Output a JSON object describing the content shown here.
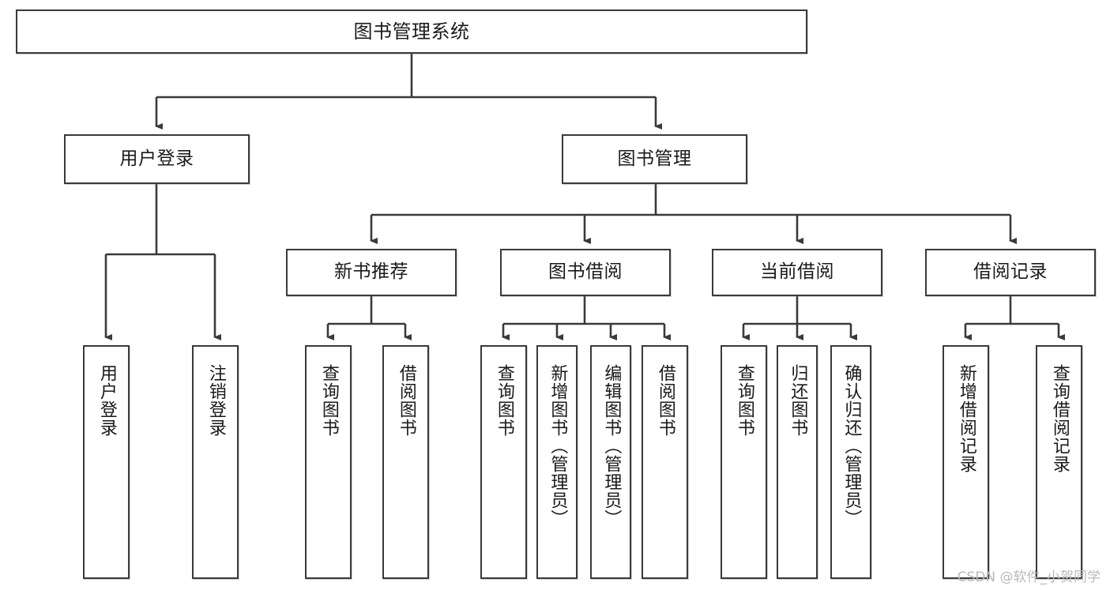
{
  "diagram": {
    "title": "图书管理系统",
    "type": "tree-hierarchy-chart",
    "root": {
      "label": "图书管理系统"
    },
    "level1": [
      {
        "label": "用户登录"
      },
      {
        "label": "图书管理"
      }
    ],
    "level2": [
      {
        "label": "新书推荐"
      },
      {
        "label": "图书借阅"
      },
      {
        "label": "当前借阅"
      },
      {
        "label": "借阅记录"
      }
    ],
    "leaves": [
      {
        "label": "用户登录"
      },
      {
        "label": "注销登录"
      },
      {
        "label": "查询图书"
      },
      {
        "label": "借阅图书"
      },
      {
        "label": "查询图书"
      },
      {
        "label": "新增图书（管理员）"
      },
      {
        "label": "编辑图书（管理员）"
      },
      {
        "label": "借阅图书"
      },
      {
        "label": "查询图书"
      },
      {
        "label": "归还图书"
      },
      {
        "label": "确认归还（管理员）"
      },
      {
        "label": "新增借阅记录"
      },
      {
        "label": "查询借阅记录"
      }
    ]
  },
  "watermark": {
    "text": "CSDN @软件_小贺同学"
  },
  "colors": {
    "stroke": "#3a3a3a",
    "fill": "#ffffff",
    "text": "#1a1a1a",
    "watermark": "#b9b9b9"
  }
}
